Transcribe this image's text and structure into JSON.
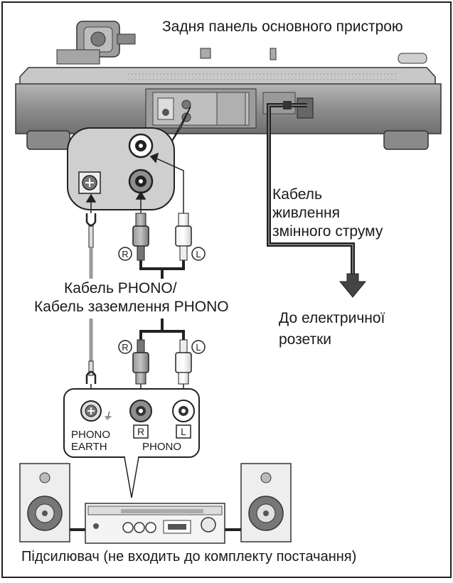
{
  "title_rear_panel": "Задня панель основного пристрою",
  "ac_cable_label": [
    "Кабель",
    "живлення",
    "змінного струму"
  ],
  "outlet_label": [
    "До електричної",
    "розетки"
  ],
  "phono_cable_label": [
    "Кабель PHONO/",
    "Кабель заземлення PHONO"
  ],
  "channel_r": "R",
  "channel_l": "L",
  "amp_panel": {
    "phono_earth": [
      "PHONO",
      "EARTH"
    ],
    "phono": "PHONO",
    "r": "R",
    "l": "L"
  },
  "amplifier_caption": "Підсилювач (не входить до комплекту постачання)",
  "colors": {
    "line": "#1a1a1a",
    "panel_fill": "#cfcfcf",
    "device_body": "#8a8a8a",
    "device_dark": "#555555",
    "cable_grey": "#9a9a9a"
  }
}
